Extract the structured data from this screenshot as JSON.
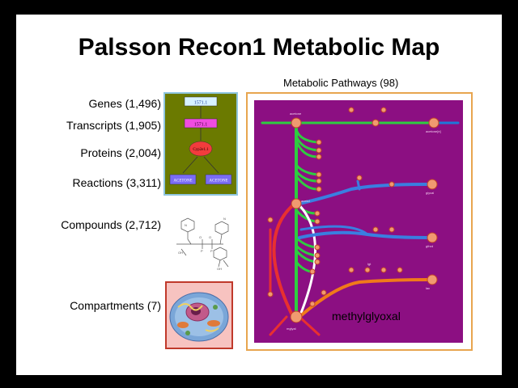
{
  "slide": {
    "title": "Palsson Recon1 Metabolic Map",
    "labels": {
      "genes": "Genes (1,496)",
      "transcripts": "Transcripts (1,905)",
      "proteins": "Proteins (2,004)",
      "reactions": "Reactions (3,311)",
      "compounds": "Compounds (2,712)",
      "compartments": "Compartments (7)"
    },
    "pathways_caption": "Metabolic Pathways (98)",
    "gpr": {
      "gene": "1571.1",
      "transcript": "1571.1",
      "protein": "Cyp2e1.1",
      "reaction_a": "ACETONE",
      "reaction_b": "ACETONE"
    },
    "map_label": "methylglyoxal",
    "map_nodes": [
      "acetone",
      "acetone[e]",
      "acetol",
      "glycal",
      "mglyal",
      "lac",
      "gthrd",
      "lgt"
    ]
  }
}
